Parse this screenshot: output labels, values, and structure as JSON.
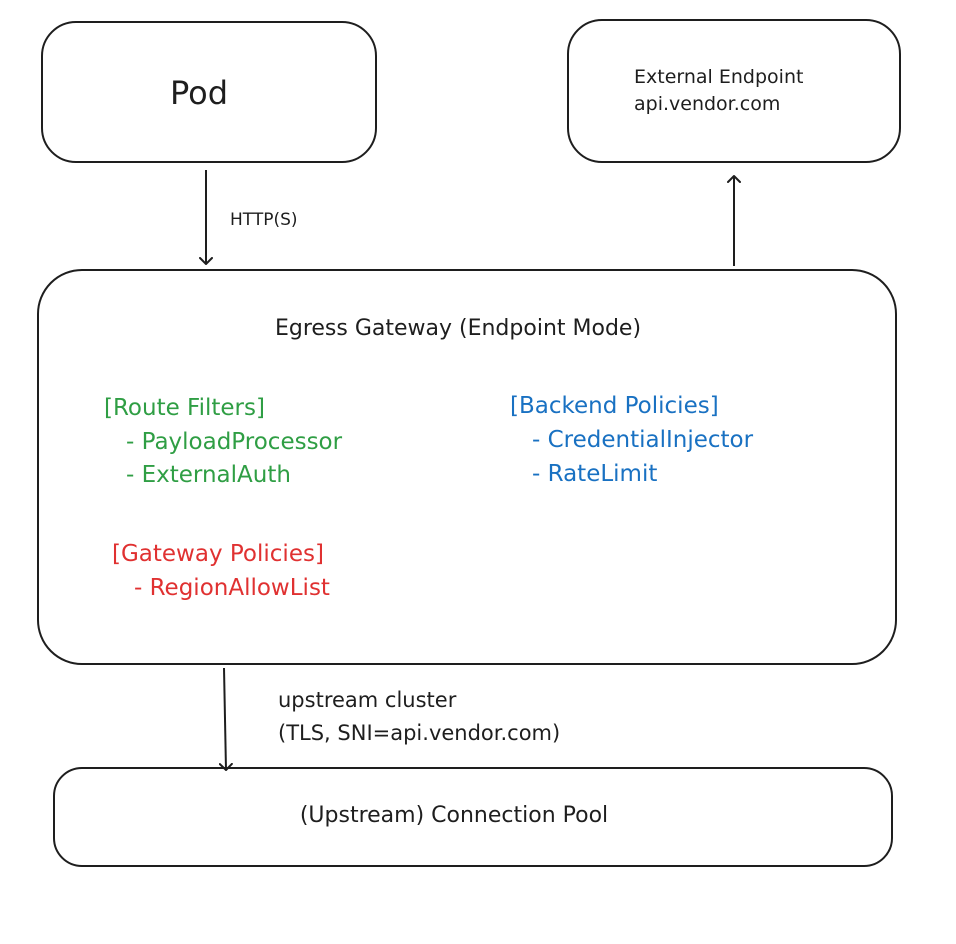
{
  "nodes": {
    "pod": {
      "label": "Pod"
    },
    "external_endpoint": {
      "line1": "External Endpoint",
      "line2": "api.vendor.com"
    },
    "egress_gateway": {
      "title": "Egress Gateway (Endpoint Mode)",
      "route_filters": {
        "header": "[Route Filters]",
        "items": [
          "- PayloadProcessor",
          "- ExternalAuth"
        ]
      },
      "backend_policies": {
        "header": "[Backend Policies]",
        "items": [
          "- CredentialInjector",
          "- RateLimit"
        ]
      },
      "gateway_policies": {
        "header": "[Gateway Policies]",
        "items": [
          "- RegionAllowList"
        ]
      }
    },
    "connection_pool": {
      "label": "(Upstream) Connection Pool"
    }
  },
  "edges": {
    "pod_to_gateway": {
      "label": "HTTP(S)"
    },
    "gateway_to_pool": {
      "line1": "upstream cluster",
      "line2": "(TLS, SNI=api.vendor.com)"
    }
  },
  "colors": {
    "stroke": "#1e1e1e",
    "route_filters": "#2f9e44",
    "backend_policies": "#1971c2",
    "gateway_policies": "#e03131"
  }
}
